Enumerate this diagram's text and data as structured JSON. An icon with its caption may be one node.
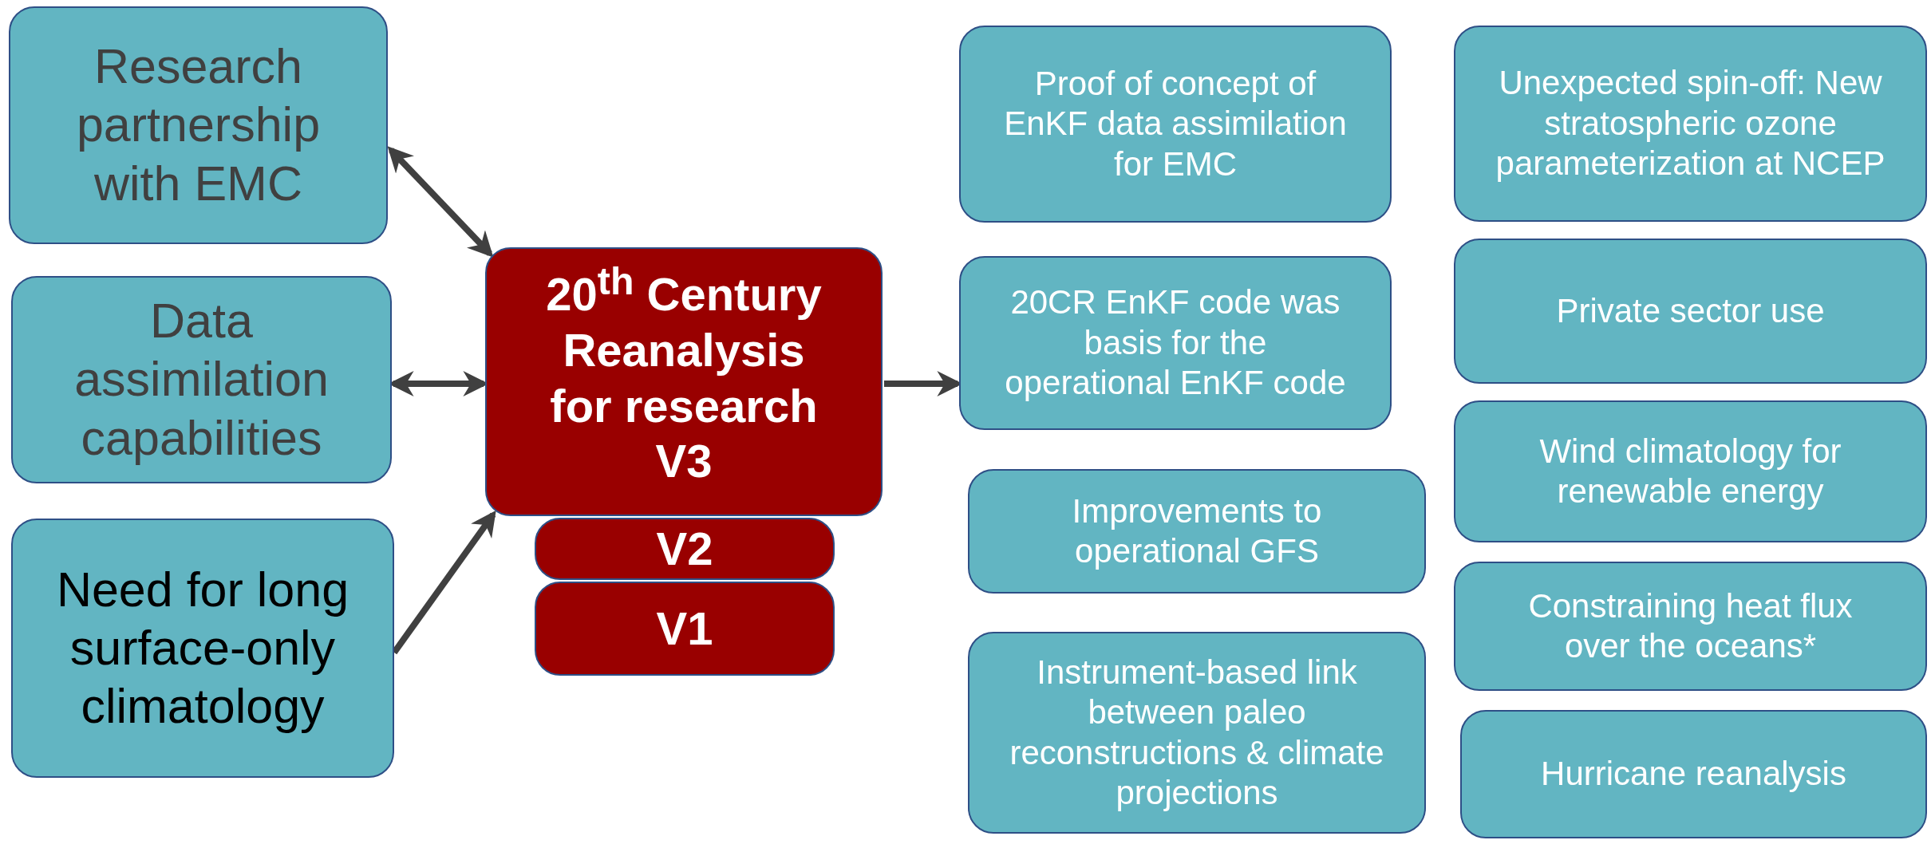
{
  "diagram": {
    "nodes": [
      {
        "text": [
          "Research partnership with EMC"
        ]
      },
      {
        "text": [
          "Data assimilation capabilities"
        ]
      },
      {
        "text": [
          "Need for long surface-only climatology"
        ]
      },
      {
        "text": [
          "20$^{th}$ Century Reanalysis for research V3"
        ]
      },
      {
        "text": [
          "V2"
        ]
      },
      {
        "text": [
          "V1"
        ]
      },
      {
        "text": [
          "Proof of concept of EnKF data assimilation for EMC"
        ]
      },
      {
        "text": [
          "20CR EnKF code was basis for the operational EnKF code"
        ]
      },
      {
        "text": [
          "Improvements to operational GFS"
        ]
      },
      {
        "text": [
          "Instrument-based link between paleo reconstructions & climate projections"
        ]
      },
      {
        "text": [
          "Unexpected spin-off: New stratospheric ozone parameterization at NCEP"
        ]
      },
      {
        "text": [
          "Private sector use"
        ]
      },
      {
        "text": [
          "Wind climatology for renewable energy"
        ]
      },
      {
        "text": [
          "Constraining heat flux over the oceans*"
        ]
      },
      {
        "text": [
          "Hurricane reanalysis"
        ]
      }
    ],
    "edges": [
      {
        "from": 0,
        "to": 3,
        "arrow": "both"
      },
      {
        "from": 1,
        "to": 3,
        "arrow": "both"
      },
      {
        "from": 2,
        "to": 3,
        "arrow": "to"
      },
      {
        "from": 3,
        "to": 7,
        "arrow": "to"
      }
    ]
  }
}
